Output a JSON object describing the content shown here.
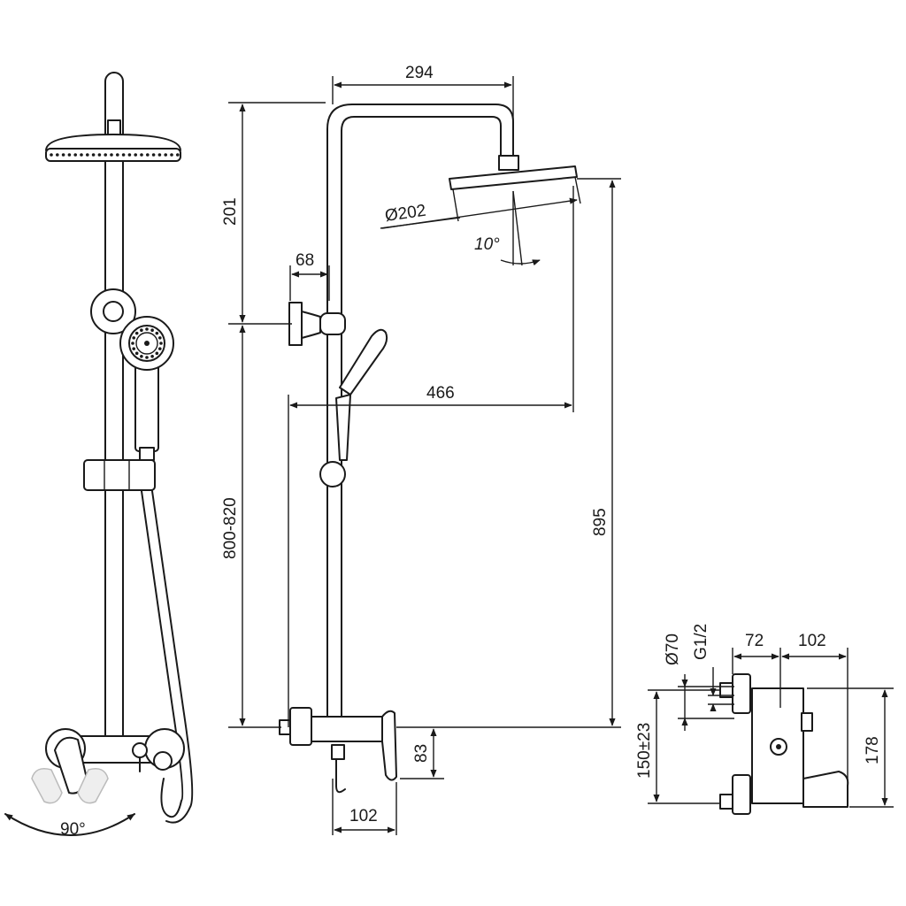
{
  "dimensions": {
    "top_width": "294",
    "head_drop": "201",
    "arm_clear": "68",
    "head_dia": "Ø202",
    "tilt_angle": "10°",
    "reach": "466",
    "bar_height": "800-820",
    "total_height": "895",
    "outlet_drop": "83",
    "mixer_depth": "102",
    "rotate_angle": "90°",
    "eccentric_dia": "Ø70",
    "thread": "G1/2",
    "body_offset": "72",
    "body_depth": "102",
    "centers": "150±23",
    "body_height": "178"
  }
}
